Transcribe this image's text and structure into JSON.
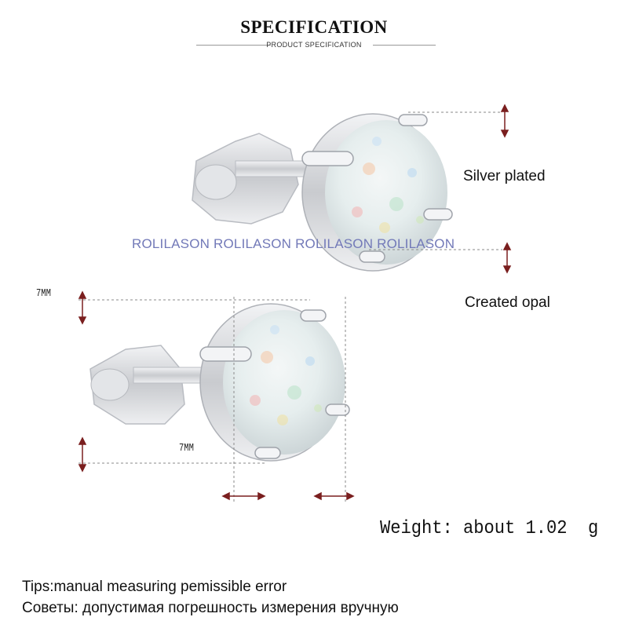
{
  "header": {
    "title": "SPECIFICATION",
    "subtitle": "PRODUCT SPECIFICATION"
  },
  "watermark": "ROLILASON   ROLILASON   ROLILASON ROLILASON",
  "labels": {
    "material": "Silver plated",
    "stone": "Created opal"
  },
  "dimensions": {
    "height": "7MM",
    "width": "7MM"
  },
  "weight": "Weight: about 1.02  g",
  "tips": {
    "english": "Tips:manual measuring pemissible error",
    "russian": "Советы: допустимая погрешность измерения вручную"
  },
  "colors": {
    "arrow": "#7a1f1f",
    "metal": "#d9dadd",
    "opal_base": "#e9eef0"
  }
}
